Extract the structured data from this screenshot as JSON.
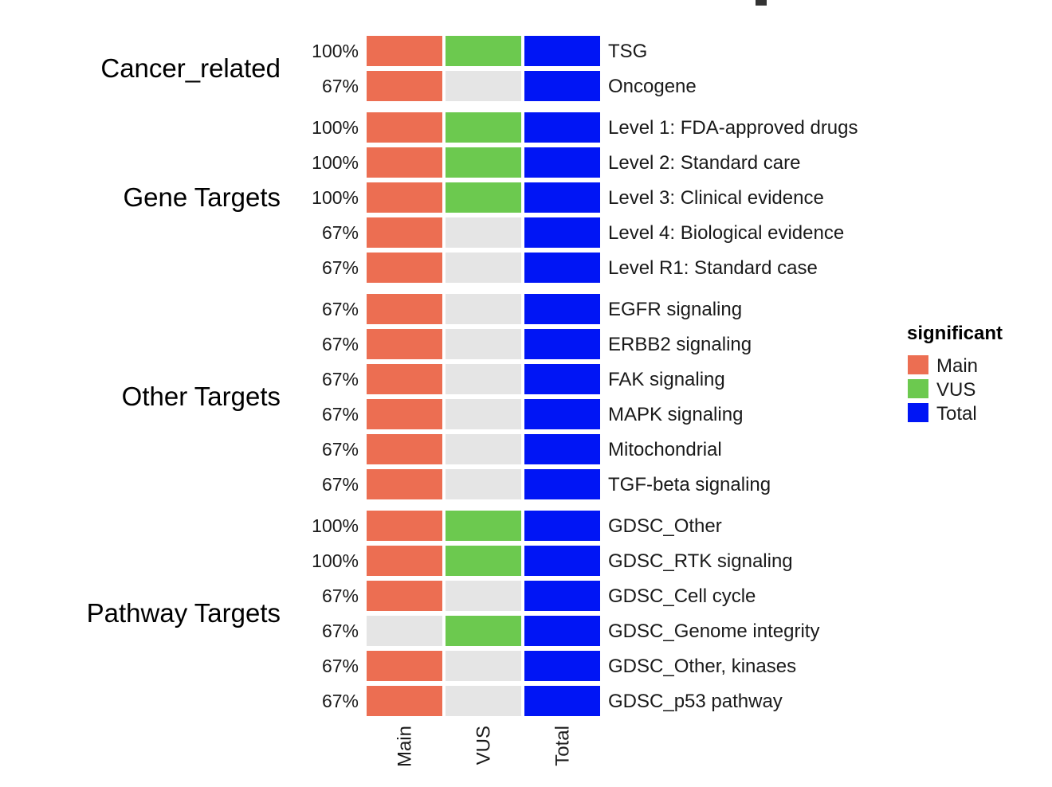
{
  "chart_data": {
    "type": "heatmap",
    "columns": [
      "Main",
      "VUS",
      "Total"
    ],
    "groups": [
      {
        "name": "Cancer_related",
        "rows": [
          {
            "label": "TSG",
            "pct": "100%",
            "cells": [
              "Main",
              "VUS",
              "Total"
            ]
          },
          {
            "label": "Oncogene",
            "pct": "67%",
            "cells": [
              "Main",
              null,
              "Total"
            ]
          }
        ]
      },
      {
        "name": "Gene Targets",
        "rows": [
          {
            "label": "Level 1: FDA-approved drugs",
            "pct": "100%",
            "cells": [
              "Main",
              "VUS",
              "Total"
            ]
          },
          {
            "label": "Level 2: Standard care",
            "pct": "100%",
            "cells": [
              "Main",
              "VUS",
              "Total"
            ]
          },
          {
            "label": "Level 3: Clinical evidence",
            "pct": "100%",
            "cells": [
              "Main",
              "VUS",
              "Total"
            ]
          },
          {
            "label": "Level 4: Biological evidence",
            "pct": "67%",
            "cells": [
              "Main",
              null,
              "Total"
            ]
          },
          {
            "label": "Level R1: Standard case",
            "pct": "67%",
            "cells": [
              "Main",
              null,
              "Total"
            ]
          }
        ]
      },
      {
        "name": "Other Targets",
        "rows": [
          {
            "label": "EGFR signaling",
            "pct": "67%",
            "cells": [
              "Main",
              null,
              "Total"
            ]
          },
          {
            "label": "ERBB2 signaling",
            "pct": "67%",
            "cells": [
              "Main",
              null,
              "Total"
            ]
          },
          {
            "label": "FAK signaling",
            "pct": "67%",
            "cells": [
              "Main",
              null,
              "Total"
            ]
          },
          {
            "label": "MAPK signaling",
            "pct": "67%",
            "cells": [
              "Main",
              null,
              "Total"
            ]
          },
          {
            "label": "Mitochondrial",
            "pct": "67%",
            "cells": [
              "Main",
              null,
              "Total"
            ]
          },
          {
            "label": "TGF-beta signaling",
            "pct": "67%",
            "cells": [
              "Main",
              null,
              "Total"
            ]
          }
        ]
      },
      {
        "name": "Pathway Targets",
        "rows": [
          {
            "label": "GDSC_Other",
            "pct": "100%",
            "cells": [
              "Main",
              "VUS",
              "Total"
            ]
          },
          {
            "label": "GDSC_RTK signaling",
            "pct": "100%",
            "cells": [
              "Main",
              "VUS",
              "Total"
            ]
          },
          {
            "label": "GDSC_Cell cycle",
            "pct": "67%",
            "cells": [
              "Main",
              null,
              "Total"
            ]
          },
          {
            "label": "GDSC_Genome integrity",
            "pct": "67%",
            "cells": [
              null,
              "VUS",
              "Total"
            ]
          },
          {
            "label": "GDSC_Other, kinases",
            "pct": "67%",
            "cells": [
              "Main",
              null,
              "Total"
            ]
          },
          {
            "label": "GDSC_p53 pathway",
            "pct": "67%",
            "cells": [
              "Main",
              null,
              "Total"
            ]
          }
        ]
      }
    ],
    "legend": {
      "title": "significant",
      "position": "right",
      "entries": [
        {
          "label": "Main",
          "color": "#EC6E52"
        },
        {
          "label": "VUS",
          "color": "#6CC94F"
        },
        {
          "label": "Total",
          "color": "#0015F5"
        }
      ]
    },
    "empty_color": "#E5E5E5"
  }
}
